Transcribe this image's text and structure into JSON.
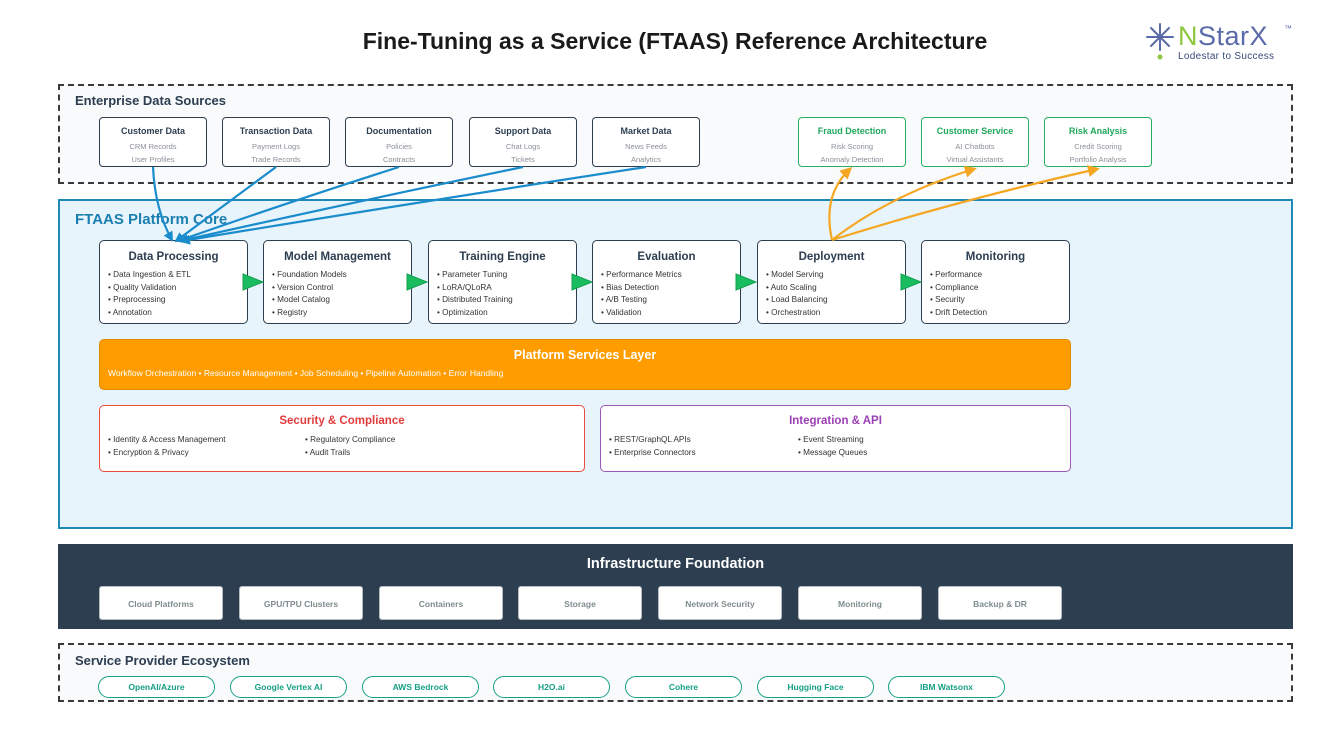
{
  "title": "Fine-Tuning as a Service (FTAAS) Reference Architecture",
  "logo": {
    "n": "N",
    "rest": "StarX",
    "tm": "™",
    "tagline": "Lodestar to Success",
    "colors": {
      "green": "#8dc63f",
      "blue": "#5b6aa8"
    }
  },
  "enterprise": {
    "label": "Enterprise Data Sources",
    "sources": [
      {
        "title": "Customer Data",
        "l1": "CRM Records",
        "l2": "User Profiles"
      },
      {
        "title": "Transaction Data",
        "l1": "Payment Logs",
        "l2": "Trade Records"
      },
      {
        "title": "Documentation",
        "l1": "Policies",
        "l2": "Contracts"
      },
      {
        "title": "Support Data",
        "l1": "Chat Logs",
        "l2": "Tickets"
      },
      {
        "title": "Market Data",
        "l1": "News Feeds",
        "l2": "Analytics"
      }
    ],
    "apps": [
      {
        "title": "Fraud Detection",
        "l1": "Risk Scoring",
        "l2": "Anomaly Detection"
      },
      {
        "title": "Customer Service",
        "l1": "AI Chatbots",
        "l2": "Virtual Assistants"
      },
      {
        "title": "Risk Analysis",
        "l1": "Credit Scoring",
        "l2": "Portfolio Analysis"
      }
    ]
  },
  "core": {
    "label": "FTAAS Platform Core",
    "stages": [
      {
        "title": "Data Processing",
        "items": [
          "• Data Ingestion & ETL",
          "• Quality Validation",
          "• Preprocessing",
          "• Annotation"
        ]
      },
      {
        "title": "Model Management",
        "items": [
          "• Foundation Models",
          "• Version Control",
          "• Model Catalog",
          "• Registry"
        ]
      },
      {
        "title": "Training Engine",
        "items": [
          "• Parameter Tuning",
          "• LoRA/QLoRA",
          "• Distributed Training",
          "• Optimization"
        ]
      },
      {
        "title": "Evaluation",
        "items": [
          "• Performance Metrics",
          "• Bias Detection",
          "• A/B Testing",
          "• Validation"
        ]
      },
      {
        "title": "Deployment",
        "items": [
          "• Model Serving",
          "• Auto Scaling",
          "• Load Balancing",
          "• Orchestration"
        ]
      },
      {
        "title": "Monitoring",
        "items": [
          "• Performance",
          "• Compliance",
          "• Security",
          "• Drift Detection"
        ]
      }
    ],
    "services": {
      "title": "Platform Services Layer",
      "subtitle": "Workflow Orchestration • Resource Management • Job Scheduling • Pipeline Automation • Error Handling"
    },
    "security": {
      "title": "Security & Compliance",
      "col1": [
        "• Identity & Access Management",
        "• Encryption & Privacy"
      ],
      "col2": [
        "• Regulatory Compliance",
        "• Audit Trails"
      ]
    },
    "integration": {
      "title": "Integration & API",
      "col1": [
        "• REST/GraphQL APIs",
        "• Enterprise Connectors"
      ],
      "col2": [
        "• Event Streaming",
        "• Message Queues"
      ]
    }
  },
  "infrastructure": {
    "title": "Infrastructure Foundation",
    "items": [
      "Cloud Platforms",
      "GPU/TPU Clusters",
      "Containers",
      "Storage",
      "Network Security",
      "Monitoring",
      "Backup & DR"
    ]
  },
  "ecosystem": {
    "label": "Service Provider Ecosystem",
    "providers": [
      "OpenAI/Azure",
      "Google Vertex AI",
      "AWS Bedrock",
      "H2O.ai",
      "Cohere",
      "Hugging Face",
      "IBM Watsonx"
    ]
  },
  "colors": {
    "core_border": "#1f8ab8",
    "services": "#ff9d00",
    "security": "#e74c3c",
    "integration": "#9b59b6",
    "infra": "#2c3e50",
    "flow_arrow": "#1abc60",
    "input_arrow": "#1a8ccc",
    "output_arrow": "#f5a623",
    "app_border": "#27ae60"
  }
}
